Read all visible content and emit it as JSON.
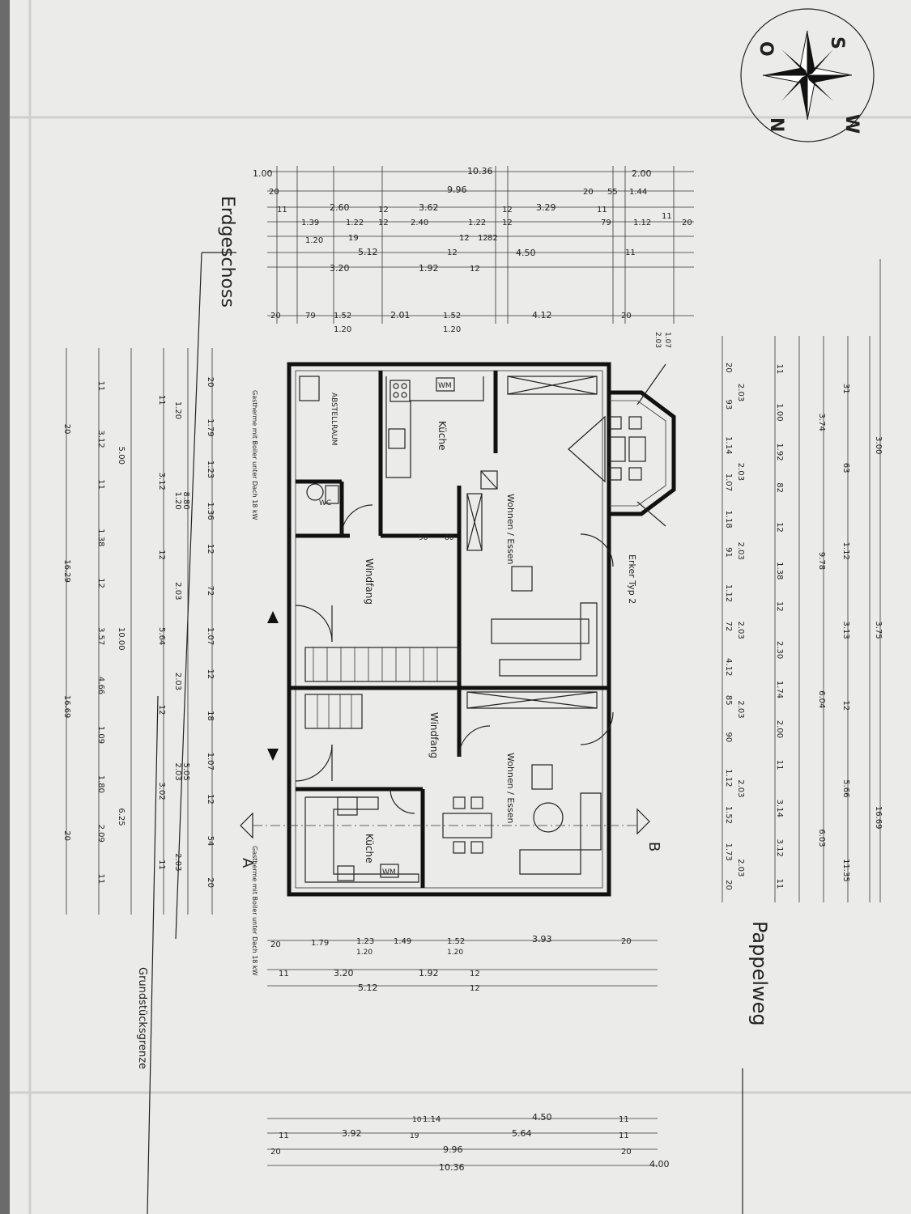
{
  "title": "Erdgeschoss",
  "street": "Pappelweg",
  "boundary": "Grundstücksgrenze",
  "compass": {
    "letters": [
      "S",
      "W",
      "N",
      "O"
    ]
  },
  "sections": {
    "left": "A",
    "right": "B"
  },
  "rooms": {
    "abstellraum": "ABSTELLRAUM",
    "kueche_top": "Küche",
    "kueche_bottom": "Küche",
    "wohnen_top": "Wohnen / Essen",
    "wohnen_bottom": "Wohnen / Essen",
    "windfang_top": "Windfang",
    "windfang_bottom": "Windfang",
    "erker": "Erker Typ 2",
    "wm": "WM",
    "wc": "WC",
    "heating_note": "Gastherme mit Boiler unter Dach 18 kW"
  },
  "dims": {
    "top_rows": [
      [
        "1.00",
        "10.36",
        "2.00"
      ],
      [
        "20",
        "9.96",
        "20",
        "55",
        "1.44"
      ],
      [
        "11",
        "2.60",
        "12",
        "3.62",
        "12",
        "3.29",
        "11"
      ],
      [
        "1.39",
        "1.22",
        "12",
        "2.40",
        "1.22",
        "12",
        "79",
        "1.12",
        "11",
        "20"
      ],
      [
        "1.20",
        "19",
        "12",
        "12",
        "82"
      ],
      [
        "5.12",
        "12",
        "4.50",
        "11"
      ],
      [
        "3.20",
        "1.92",
        "12"
      ],
      [
        "20",
        "79",
        "1.52",
        "2.01",
        "1.52",
        "4.12",
        "20"
      ],
      [
        "1.20",
        "1.20"
      ]
    ],
    "bottom_rows": [
      [
        "20",
        "1.79",
        "1.23",
        "1.49",
        "1.52",
        "3.93",
        "20"
      ],
      [
        "1.20",
        "1.20"
      ],
      [
        "11",
        "3.20",
        "1.92",
        "12"
      ],
      [
        "5.12",
        "12"
      ],
      [
        "10",
        "1.14",
        "4.50",
        "11"
      ],
      [
        "11",
        "3.92",
        "19",
        "5.64",
        "11"
      ],
      [
        "20",
        "9.96",
        "20"
      ],
      [
        "10.36",
        "4.00"
      ]
    ],
    "left_cols": [
      [
        "20",
        "1.79",
        "1.23",
        "1.36",
        "12",
        "72",
        "1.07",
        "12",
        "18",
        "1.07",
        "12",
        "54",
        "20"
      ],
      [
        "1.20",
        "1.20",
        "2.03",
        "2.03",
        "2.03",
        "2.03"
      ],
      [
        "11",
        "3.12",
        "12",
        "5.64",
        "12",
        "3.02",
        "11"
      ],
      [
        "8.80",
        "5.05"
      ],
      [
        "11",
        "3.12",
        "11",
        "1.38",
        "12",
        "3.57",
        "4.66",
        "1.09",
        "1.80",
        "2.09",
        "11"
      ],
      [
        "5.00",
        "10.00",
        "6.25"
      ],
      [
        "20",
        "16.29",
        "16.69",
        "20"
      ]
    ],
    "right_cols": [
      [
        "20",
        "93",
        "1.14",
        "1.07",
        "1.18",
        "91",
        "1.12",
        "72",
        "4.12",
        "85",
        "90",
        "1.12",
        "1.52",
        "1.73",
        "20"
      ],
      [
        "2.03",
        "2.03",
        "2.03",
        "2.03",
        "2.03",
        "2.03",
        "2.03"
      ],
      [
        "11",
        "1.00",
        "1.92",
        "82",
        "12",
        "1.38",
        "12",
        "2.30",
        "1.74",
        "2.00",
        "11",
        "3.14",
        "3.12",
        "11"
      ],
      [
        "3.74",
        "9.78",
        "6.04",
        "6.03"
      ],
      [
        "31",
        "63",
        "1.12",
        "3.13",
        "12",
        "5.66",
        "11.35"
      ],
      [
        "3.00",
        "3.75",
        "16.69"
      ]
    ],
    "inner": [
      "90",
      "80",
      "1.07",
      "2.03"
    ]
  }
}
